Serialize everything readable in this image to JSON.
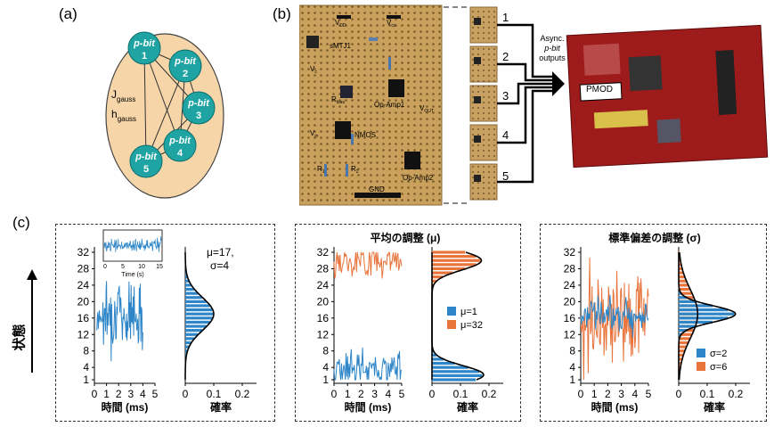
{
  "panel_labels": {
    "a": "(a)",
    "b": "(b)",
    "c": "(c)"
  },
  "panel_a": {
    "nodes": [
      "1",
      "2",
      "3",
      "4",
      "5"
    ],
    "node_prefix": "p-bit",
    "j_main": "J",
    "j_sub": "gauss",
    "h_main": "h",
    "h_sub": "gauss",
    "colors": {
      "oval": "#f6d6a8",
      "node": "#1fa3a3",
      "edge": "#333333"
    }
  },
  "panel_b": {
    "board_labels": {
      "vdd1": "V",
      "vdd1_sub": "DD",
      "vcc": "V",
      "vcc_sub": "cc",
      "smtj": "sMTJ1",
      "vc": "V",
      "vc_sub": "c",
      "rbias": "R",
      "rbias_sub": "bias",
      "opamp1": "Op-Amp1",
      "vout": "V",
      "vout_sub": "OUT",
      "vin": "V",
      "vin_sub": "in",
      "nmos": "NMOS",
      "r1": "R",
      "r1_sub": "1",
      "r2": "R",
      "r2_sub": "2",
      "opamp2": "Op-Amp2",
      "gnd": "GND"
    },
    "channels": [
      "1",
      "2",
      "3",
      "4",
      "5"
    ],
    "outputs_label": [
      "Async.",
      "p-bit",
      "outputs"
    ],
    "fpga_label": "PMOD",
    "colors": {
      "board": "#c8a25c",
      "fpga": "#9e1b1b"
    }
  },
  "panel_c": {
    "y_axis_label": "状態",
    "colors": {
      "blue": "#2e86c8",
      "orange": "#e8743b"
    },
    "subplots": [
      {
        "title": "",
        "annotation": [
          "μ=17,",
          "σ=4"
        ],
        "legend": [],
        "inset_xlabel": "Time (s)",
        "inset_ticks": [
          "0",
          "5",
          "10",
          "15"
        ],
        "time_label": "時間 (ms)",
        "prob_label": "確率",
        "time_ticks": [
          "0",
          "1",
          "2",
          "3",
          "4",
          "5"
        ],
        "prob_ticks": [
          "0",
          "0.1",
          "0.2"
        ],
        "y_ticks": [
          "32",
          "28",
          "24",
          "20",
          "16",
          "12",
          "8",
          "4",
          "1"
        ]
      },
      {
        "title": "平均の調整 (μ)",
        "annotation": [],
        "legend": [
          "μ=1",
          "μ=32"
        ],
        "time_label": "時間 (ms)",
        "prob_label": "確率",
        "time_ticks": [
          "0",
          "1",
          "2",
          "3",
          "4",
          "5"
        ],
        "prob_ticks": [
          "0",
          "0.1",
          "0.2"
        ],
        "y_ticks": [
          "32",
          "28",
          "24",
          "20",
          "16",
          "12",
          "8",
          "4",
          "1"
        ]
      },
      {
        "title": "標準偏差の調整 (σ)",
        "annotation": [],
        "legend": [
          "σ=2",
          "σ=6"
        ],
        "time_label": "時間 (ms)",
        "prob_label": "確率",
        "time_ticks": [
          "0",
          "1",
          "2",
          "3",
          "4",
          "5"
        ],
        "prob_ticks": [
          "0",
          "0.1",
          "0.2"
        ],
        "y_ticks": [
          "32",
          "28",
          "24",
          "20",
          "16",
          "12",
          "8",
          "4",
          "1"
        ]
      }
    ]
  }
}
